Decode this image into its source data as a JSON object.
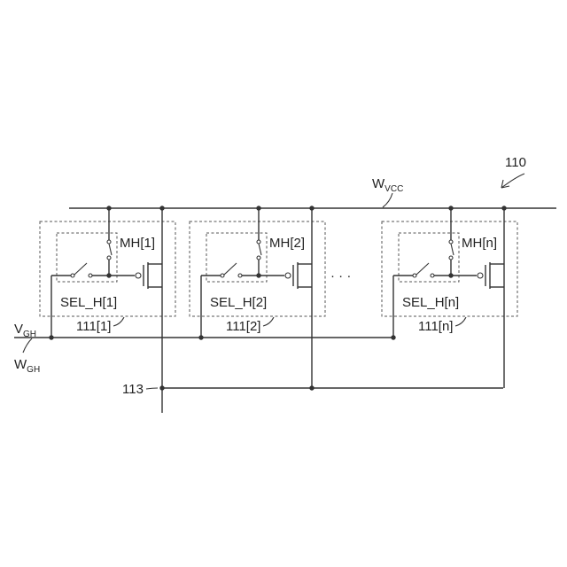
{
  "diagram": {
    "ref_number": "110",
    "wvcc_label": {
      "main": "W",
      "sub": "VCC"
    },
    "vgh_label": {
      "main": "V",
      "sub": "GH"
    },
    "wgh_label": {
      "main": "W",
      "sub": "GH"
    },
    "line_113_label": "113",
    "ellipsis": "· · ·",
    "cells": [
      {
        "transistor_label": "MH[1]",
        "switch_label": "SEL_H[1]",
        "cell_label": "111[1]"
      },
      {
        "transistor_label": "MH[2]",
        "switch_label": "SEL_H[2]",
        "cell_label": "111[2]"
      },
      {
        "transistor_label": "MH[n]",
        "switch_label": "SEL_H[n]",
        "cell_label": "111[n]"
      }
    ]
  }
}
